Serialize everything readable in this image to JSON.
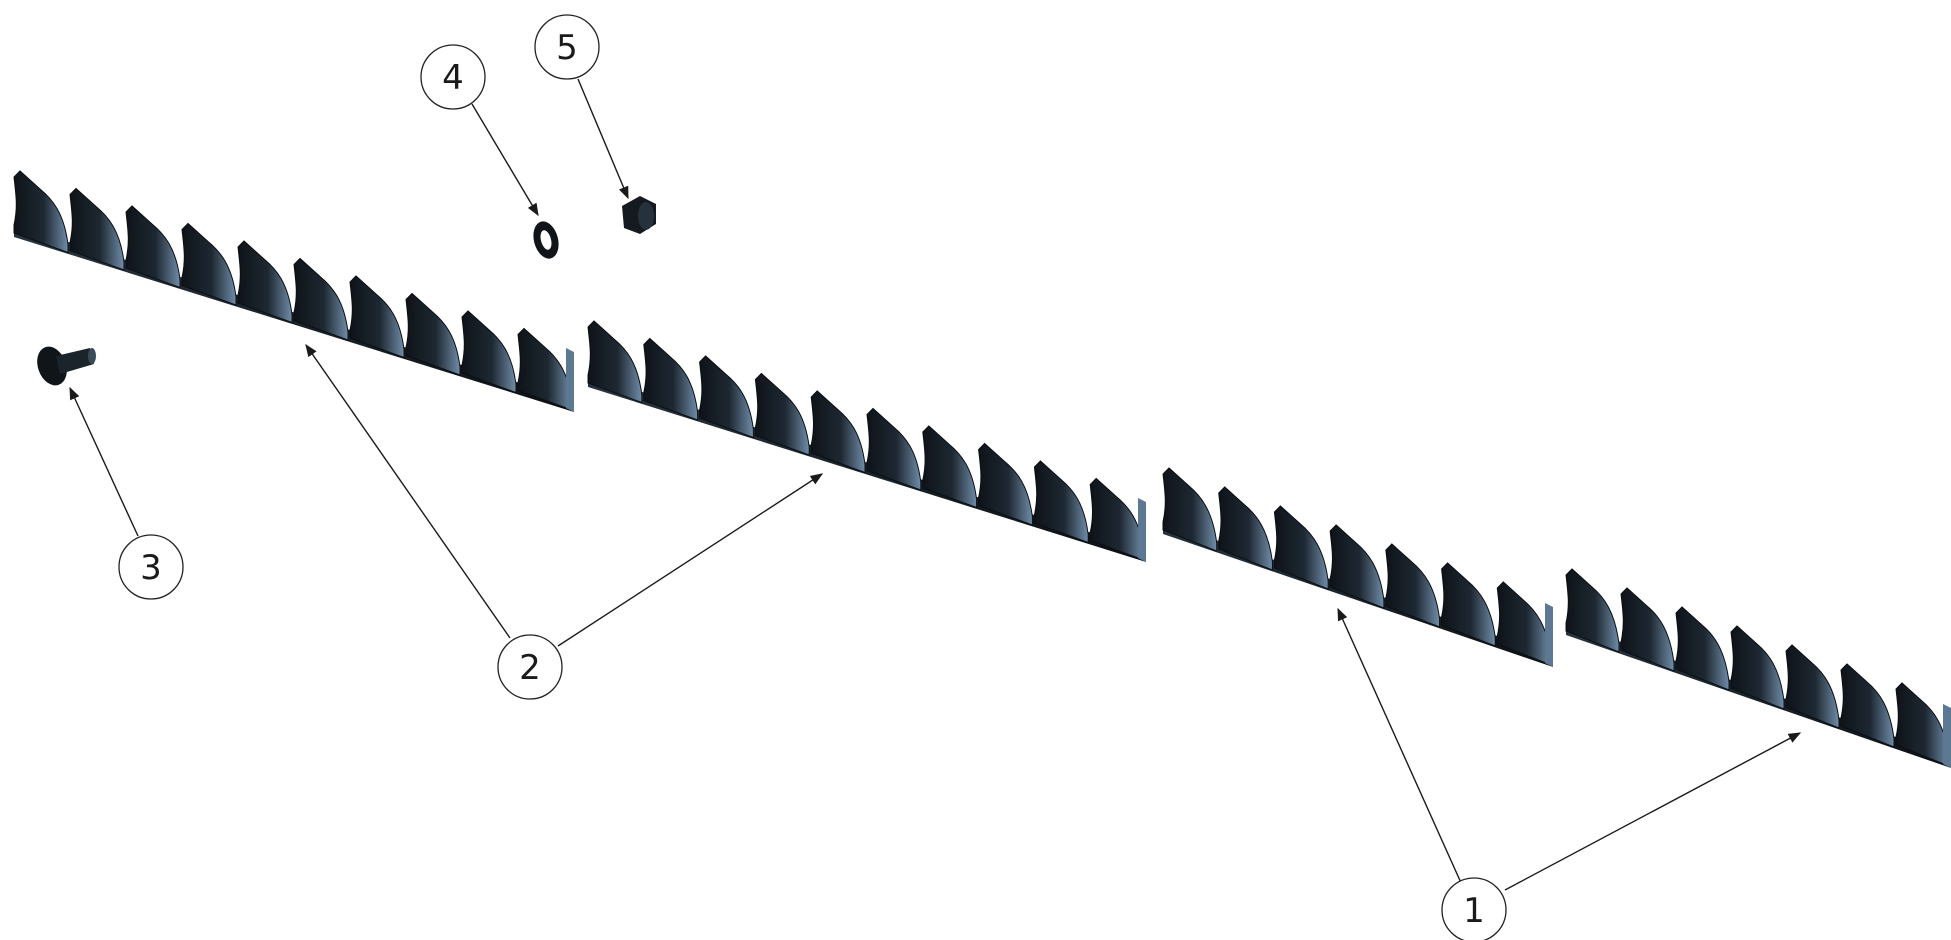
{
  "diagram": {
    "type": "exploded-assembly",
    "colors": {
      "part_dark": "#14191f",
      "part_mid": "#2b3846",
      "part_light": "#7d9ab5",
      "line": "#1a1a1a"
    },
    "callouts": [
      {
        "id": "callout-1",
        "label": "1",
        "part": "tooth-rack-segment-short"
      },
      {
        "id": "callout-2",
        "label": "2",
        "part": "tooth-rack-segment-long"
      },
      {
        "id": "callout-3",
        "label": "3",
        "part": "bolt"
      },
      {
        "id": "callout-4",
        "label": "4",
        "part": "washer"
      },
      {
        "id": "callout-5",
        "label": "5",
        "part": "nut"
      }
    ]
  }
}
